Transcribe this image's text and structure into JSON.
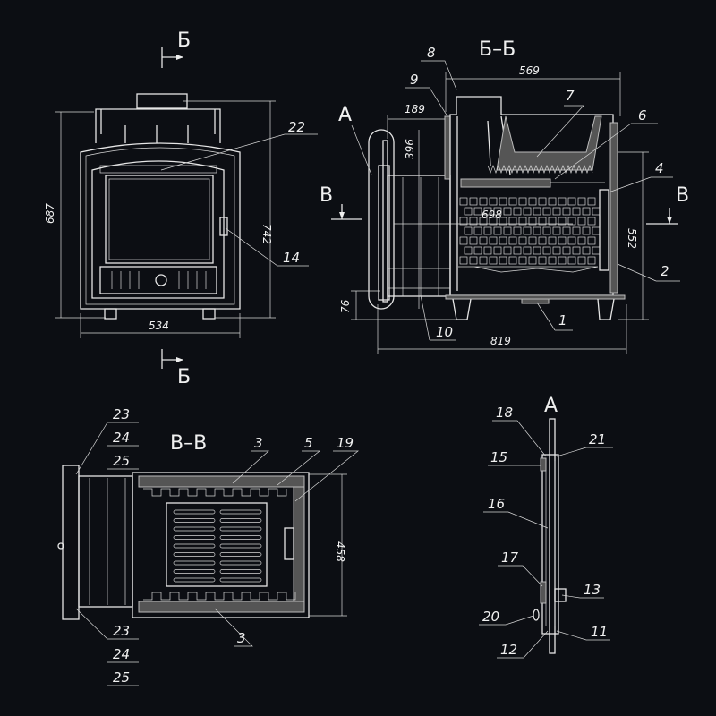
{
  "front_view": {
    "section_mark_top": "Б",
    "section_mark_bottom": "Б",
    "callouts": [
      "22",
      "14"
    ],
    "dims": {
      "height": "687",
      "height_total": "742",
      "width": "534"
    }
  },
  "section_bb": {
    "title": "Б–Б",
    "view_mark": "А",
    "section_mark_left": "В",
    "section_mark_right": "В",
    "callouts": [
      "8",
      "9",
      "7",
      "6",
      "4",
      "2",
      "1",
      "10"
    ],
    "dims": {
      "top_width": "569",
      "door_depth": "189",
      "door_offset": "396",
      "inner": "698",
      "height": "552",
      "bottom": "76",
      "total_depth": "819"
    }
  },
  "section_vv": {
    "title": "В–В",
    "callouts_top_left": [
      "23",
      "24",
      "25"
    ],
    "callouts_bottom_left": [
      "23",
      "24",
      "25"
    ],
    "callouts": [
      "3",
      "5",
      "19",
      "3"
    ],
    "dims": {
      "depth": "458"
    }
  },
  "detail_a": {
    "title": "А",
    "callouts": [
      "18",
      "21",
      "15",
      "16",
      "17",
      "13",
      "20",
      "12",
      "11"
    ]
  }
}
